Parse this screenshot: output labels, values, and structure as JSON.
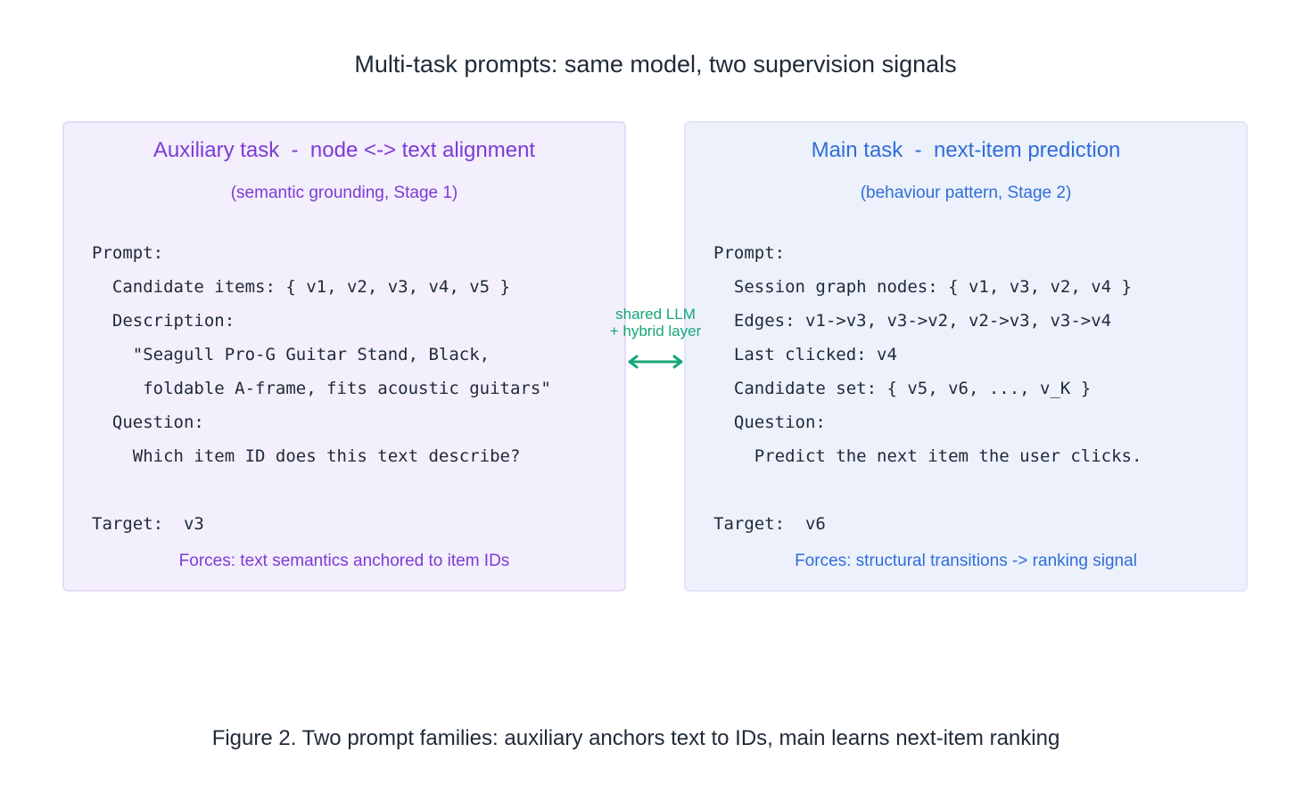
{
  "title": "Multi-task prompts: same model, two supervision signals",
  "connector": {
    "line1": "shared LLM",
    "line2": "+ hybrid layer",
    "color": "#17a67a"
  },
  "aux_panel": {
    "title": "Auxiliary task  -  node <-> text alignment",
    "subtitle": "(semantic grounding, Stage 1)",
    "lines": [
      "Prompt:",
      "  Candidate items: { v1, v2, v3, v4, v5 }",
      "  Description:",
      "    \"Seagull Pro-G Guitar Stand, Black,",
      "     foldable A-frame, fits acoustic guitars\"",
      "  Question:",
      "    Which item ID does this text describe?",
      "Target:  v3"
    ],
    "footer": "Forces: text semantics anchored to item IDs",
    "accent_color": "#7e3bd6"
  },
  "main_panel": {
    "title": "Main task  -  next-item prediction",
    "subtitle": "(behaviour pattern, Stage 2)",
    "lines": [
      "Prompt:",
      "  Session graph nodes: { v1, v3, v2, v4 }",
      "  Edges: v1->v3, v3->v2, v2->v3, v3->v4",
      "  Last clicked: v4",
      "  Candidate set: { v5, v6, ..., v_K }",
      "  Question:",
      "    Predict the next item the user clicks.",
      "Target:  v6"
    ],
    "footer": "Forces: structural transitions -> ranking signal",
    "accent_color": "#2f6ed9"
  },
  "caption": "Figure 2. Two prompt families: auxiliary anchors text to IDs, main learns next-item ranking"
}
